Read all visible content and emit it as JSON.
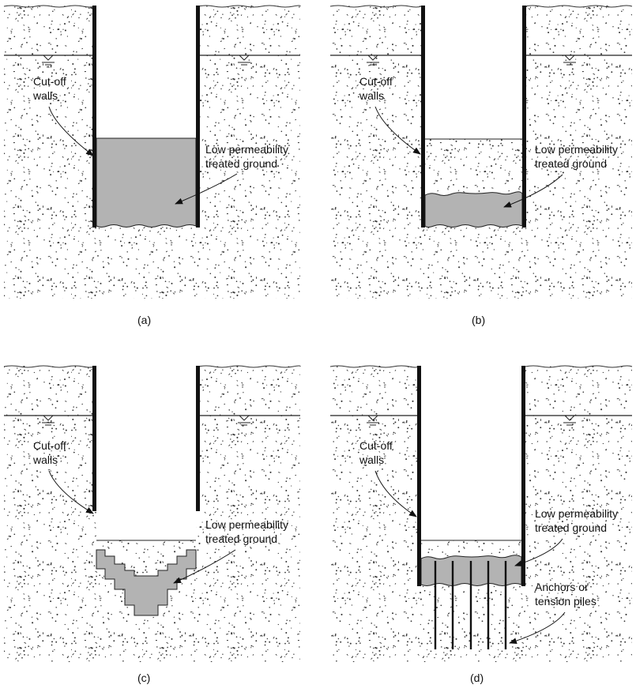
{
  "panels": [
    {
      "caption": "(a)",
      "cutoff_label": [
        "Cut-off",
        "walls"
      ],
      "treated_label": [
        "Low permeability",
        "treated ground"
      ]
    },
    {
      "caption": "(b)",
      "cutoff_label": [
        "Cut-off",
        "walls"
      ],
      "treated_label": [
        "Low permeability",
        "treated ground"
      ]
    },
    {
      "caption": "(c)",
      "cutoff_label": [
        "Cut-off",
        "walls"
      ],
      "treated_label": [
        "Low permeability",
        "treated ground"
      ]
    },
    {
      "caption": "(d)",
      "cutoff_label": [
        "Cut-off",
        "walls"
      ],
      "treated_label": [
        "Low permeability",
        "treated ground"
      ],
      "anchor_label": [
        "Anchors or",
        "tension piles"
      ]
    }
  ],
  "colors": {
    "soil_dot": "#333333",
    "treated": "#b3b3b3",
    "wall": "#111111",
    "line": "#222222"
  }
}
